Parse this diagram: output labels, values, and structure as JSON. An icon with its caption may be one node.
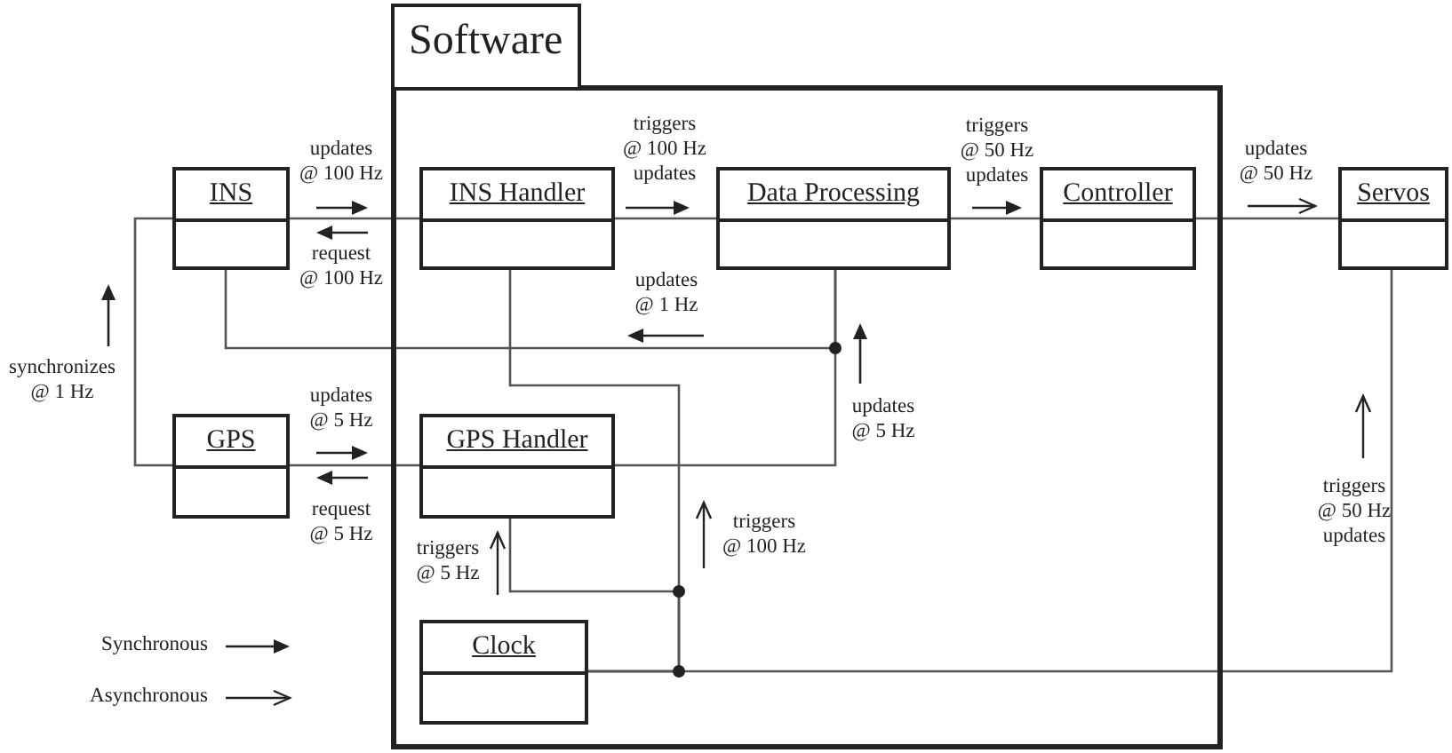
{
  "diagram": {
    "nodes": [
      {
        "text": [
          "Software"
        ]
      },
      {
        "text": [
          "INS"
        ]
      },
      {
        "text": [
          "INS Handler"
        ],
        "in": 0
      },
      {
        "text": [
          "Data Processing"
        ],
        "in": 0
      },
      {
        "text": [
          "Controller"
        ],
        "in": 0
      },
      {
        "text": [
          "Servos"
        ]
      },
      {
        "text": [
          "GPS"
        ]
      },
      {
        "text": [
          "GPS Handler"
        ],
        "in": 0
      },
      {
        "text": [
          "Clock"
        ],
        "in": 0
      }
    ],
    "edges": [
      {
        "from": 1,
        "to": 2,
        "arrow": "none"
      },
      {
        "from": 2,
        "to": 3,
        "arrow": "none"
      },
      {
        "from": 3,
        "to": 4,
        "arrow": "none"
      },
      {
        "from": 4,
        "to": 5,
        "arrow": "none"
      },
      {
        "from": 6,
        "to": 1,
        "arrow": "none"
      },
      {
        "from": 6,
        "to": 7,
        "arrow": "none"
      },
      {
        "from": 7,
        "to": 3,
        "arrow": "none"
      },
      {
        "from": 1,
        "to": 3,
        "arrow": "none"
      },
      {
        "from": 8,
        "to": 2,
        "arrow": "none"
      },
      {
        "from": 8,
        "to": 7,
        "arrow": "none"
      },
      {
        "from": 8,
        "to": 5,
        "arrow": "none"
      }
    ],
    "labels": [
      "updates @ 100 Hz",
      "request @ 100 Hz",
      "triggers @ 100 Hz updates",
      "triggers @ 50 Hz updates",
      "updates @ 50 Hz",
      "updates @ 1 Hz",
      "synchronizes @ 1 Hz",
      "updates @ 5 Hz",
      "request @ 5 Hz",
      "updates @ 5 Hz",
      "triggers @ 5 Hz",
      "triggers @ 100 Hz",
      "triggers @ 50 Hz updates"
    ],
    "legend": [
      {
        "text": "Synchronous"
      },
      {
        "text": "Asynchronous"
      }
    ]
  }
}
